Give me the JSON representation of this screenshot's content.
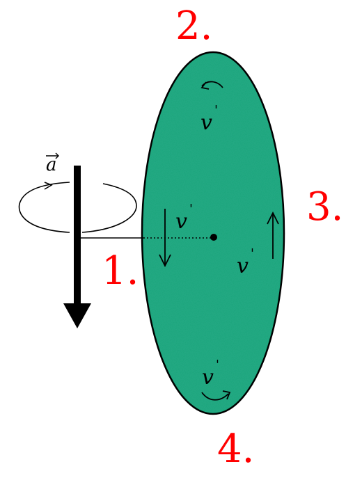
{
  "labels": {
    "point_1": "1.",
    "point_2": "2.",
    "point_3": "3.",
    "point_4": "4."
  },
  "omega_symbol": "a",
  "velocity_symbol": "v",
  "velocity_prime": "'",
  "colors": {
    "disc_fill": "#1aa57a",
    "number_labels": "#ff0000",
    "lines": "#000000",
    "background": "#ffffff"
  }
}
